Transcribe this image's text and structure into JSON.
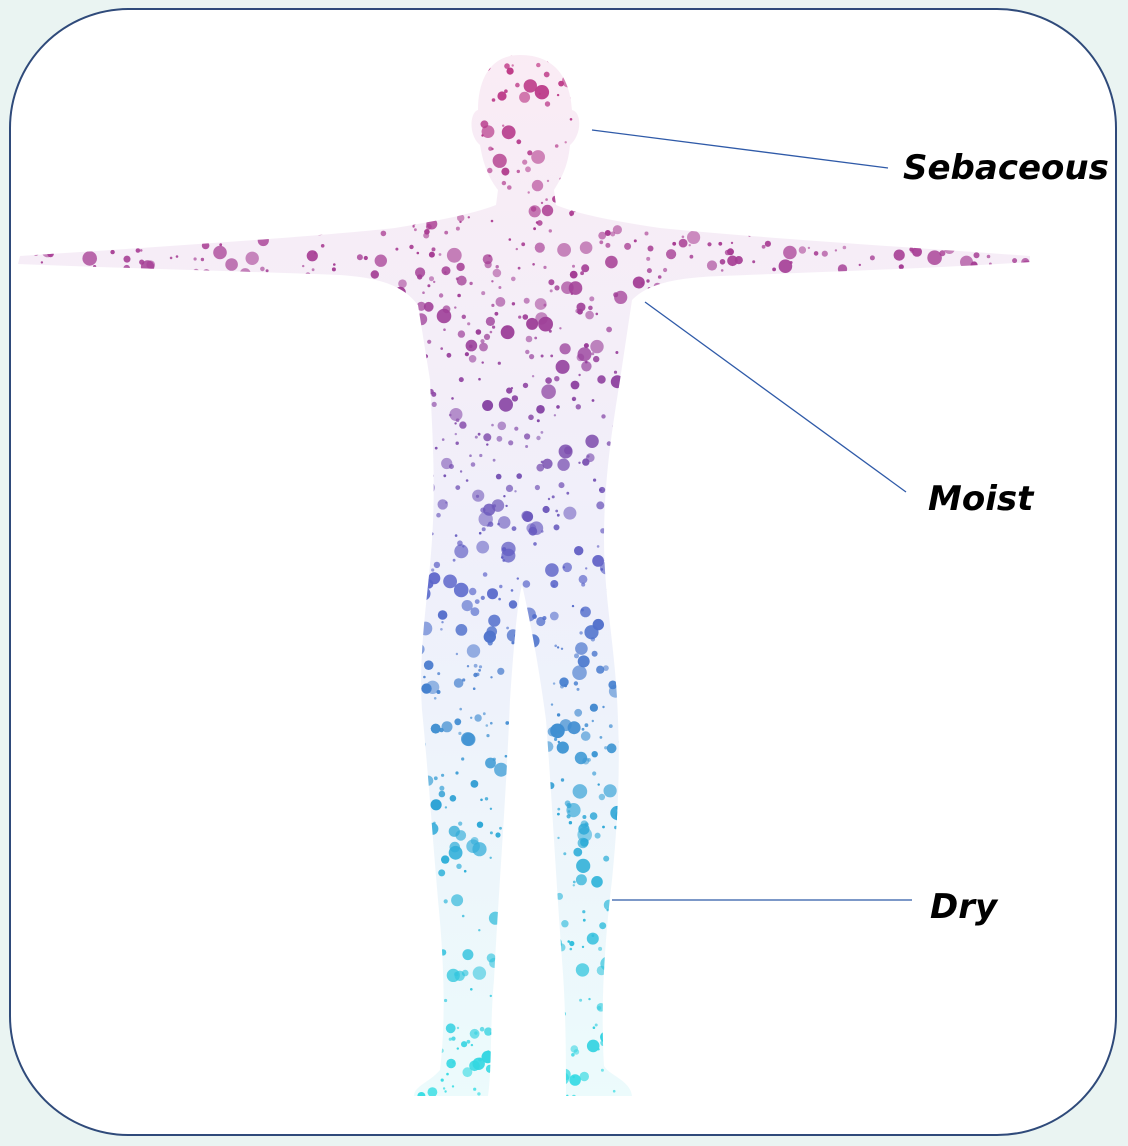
{
  "labels": {
    "sebaceous": "Sebaceous",
    "moist": "Moist",
    "dry": "Dry"
  },
  "colors": {
    "top": "#b0357f",
    "middle": "#5a63c9",
    "bottom": "#2ed8e0",
    "leader_line": "#2f5aa8",
    "frame_border": "#2f4a7a",
    "page_background": "#eaf4f2"
  }
}
